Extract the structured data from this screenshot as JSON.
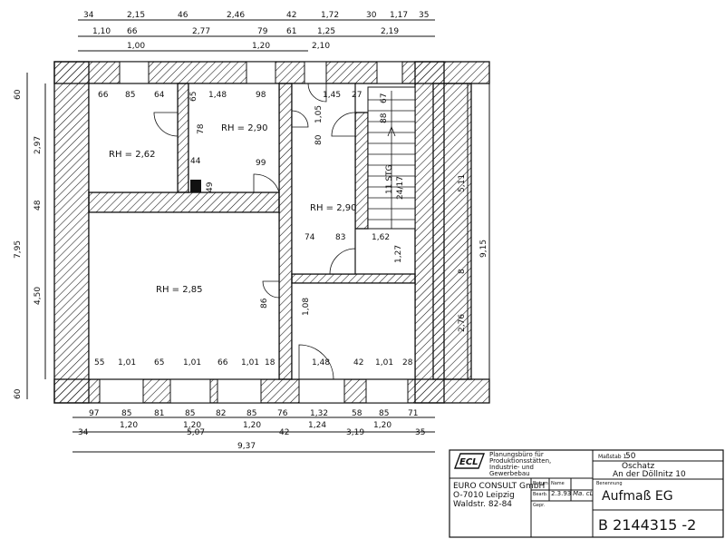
{
  "dims": {
    "top_row1": [
      "34",
      "2,15",
      "46",
      "2,46",
      "42",
      "1,72",
      "30",
      "1,17",
      "35"
    ],
    "top_row2": [
      "1,10",
      "66",
      "2,77",
      "79",
      "61",
      "1,25",
      "2,19"
    ],
    "top_row2b": [
      "1,00",
      "1,20",
      "2,10"
    ],
    "left_outer": [
      "60",
      "7,95",
      "60"
    ],
    "left_inner": [
      "2,97",
      "48",
      "4,50"
    ],
    "right_outer": [
      "9,15"
    ],
    "right_inner": [
      "5,11",
      "8",
      "2,76"
    ],
    "bottom_row1": [
      "97",
      "85",
      "81",
      "85",
      "82",
      "85",
      "76",
      "1,32",
      "58",
      "85",
      "71"
    ],
    "bottom_row1b": [
      "1,20",
      "1,20",
      "1,20",
      "1,24",
      "1,20"
    ],
    "bottom_row2": [
      "34",
      "5,07",
      "42",
      "3,19",
      "35"
    ],
    "bottom_row3": [
      "9,37"
    ],
    "interior": {
      "r1": [
        "66",
        "85",
        "64"
      ],
      "r2": [
        "65",
        "1,48",
        "98"
      ],
      "r3": [
        "1,45",
        "27"
      ],
      "small": [
        "78",
        "44",
        "49",
        "99",
        "1,05",
        "80",
        "67",
        "88"
      ],
      "stair_v": [
        "11 STG",
        "24/17"
      ],
      "mid": [
        "74",
        "83",
        "1,62",
        "1,27"
      ],
      "door": [
        "86",
        "1,08"
      ],
      "low_left": [
        "55",
        "1,01",
        "65",
        "1,01",
        "66",
        "1,01",
        "18"
      ],
      "low_right": [
        "1,48",
        "42",
        "1,01",
        "28"
      ]
    }
  },
  "rooms": [
    "RH = 2,62",
    "RH = 2,90",
    "RH = 2,90",
    "RH = 2,85"
  ],
  "title_block": {
    "logo": "ECL",
    "firm_lines": [
      "Planungsbüro für",
      "Produktionsstätten,",
      "Industrie- und",
      "Gewerbebau"
    ],
    "address": [
      "EURO CONSULT GmbH",
      "O-7010 Leipzig",
      "Waldstr. 82-84"
    ],
    "scale_label": "Maßstab 1:",
    "scale_value": "50",
    "place": "Oschatz",
    "street": "An der Döllnitz 10",
    "label_benennung": "Benennung",
    "row_labels": [
      "Datum",
      "Name",
      "Bearb.",
      "Gepr."
    ],
    "date": "2.3.93",
    "signature": "Ma. cL",
    "drawing_title": "Aufmaß EG",
    "drawing_number": "B 2144315 -2"
  },
  "colors": {
    "ink": "#111111",
    "paper": "#ffffff"
  }
}
